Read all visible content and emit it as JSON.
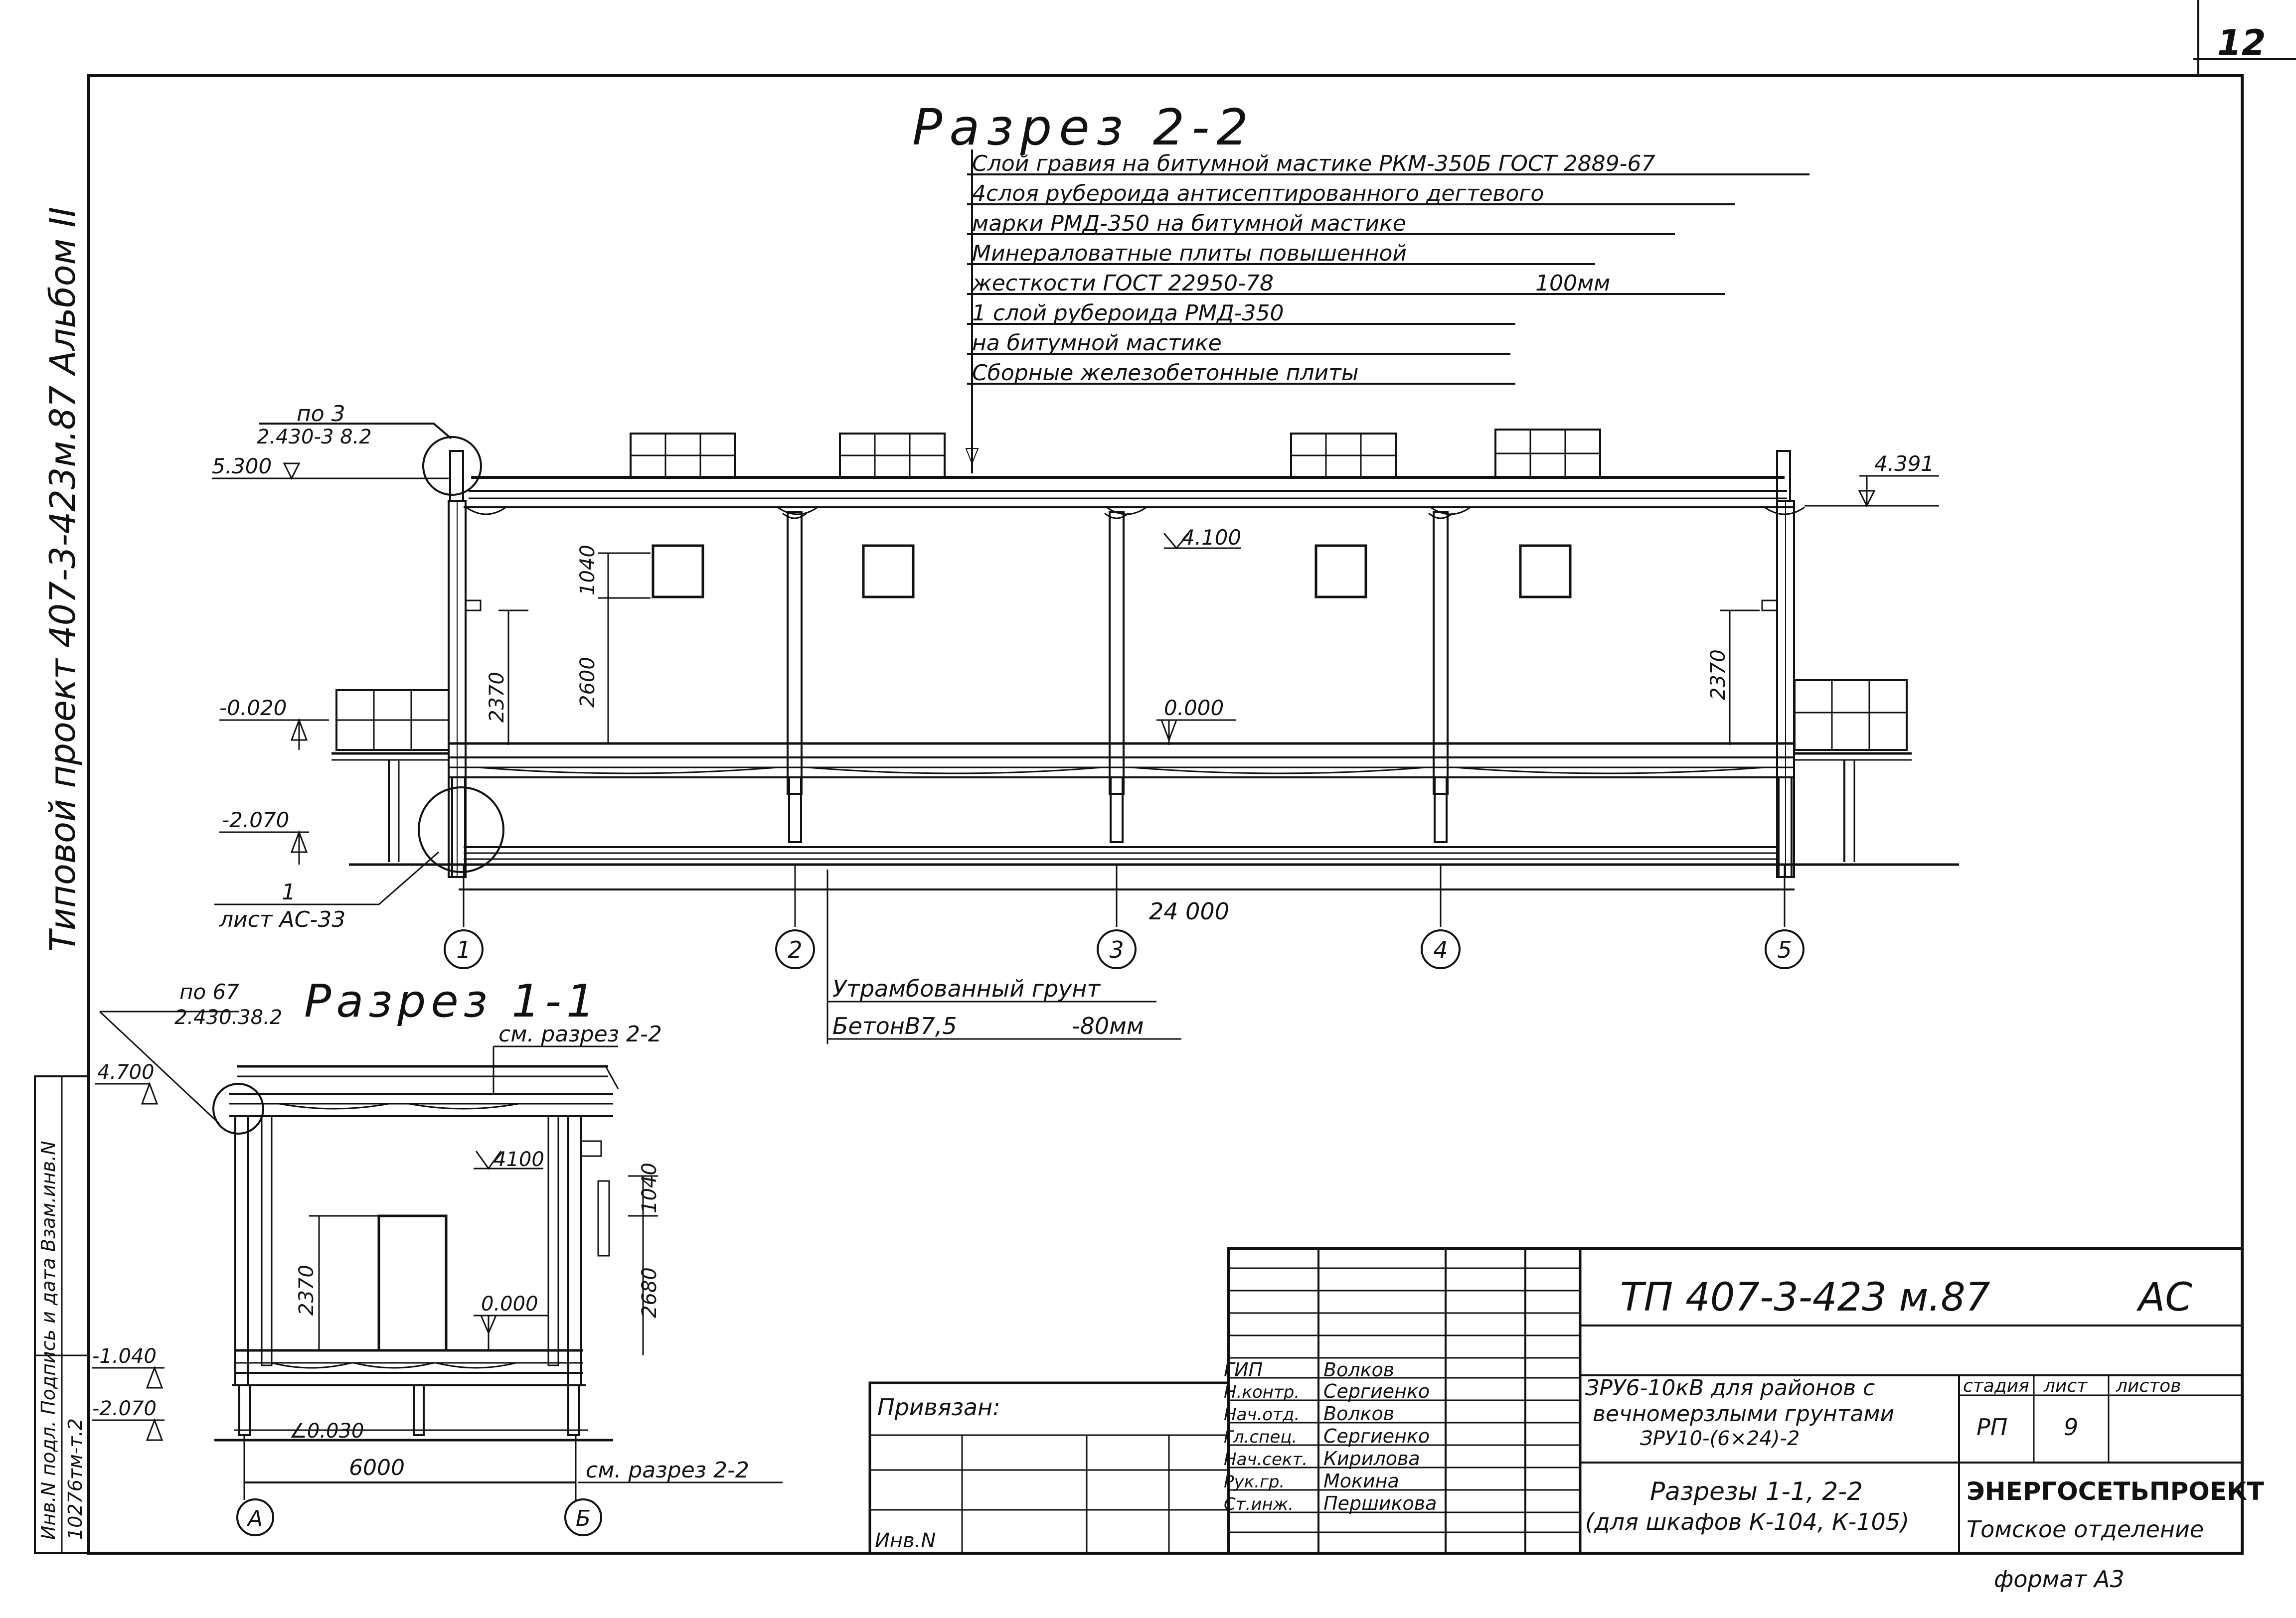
{
  "sheet_number": "12",
  "side_stamp": "Типовой проект 407-3-423м.87 Альбом II",
  "left_strip": {
    "label": "Инв.N подл. Подпись и дата Взам.инв.N",
    "number": "10276тм-т.2"
  },
  "section22": {
    "title": "Разрез 2-2",
    "layers": [
      "Слой гравия на битумной мастике РКМ-350Б ГОСТ 2889-67",
      "4слоя рубероида антисептированного дегтевого",
      "марки РМД-350 на битумной мастике",
      "Минераловатные плиты повышенной",
      "жесткости ГОСТ 22950-78",
      "1 слой рубероида РМД-350",
      "на битумной мастике",
      "Сборные железобетонные плиты"
    ],
    "layer_thickness": "100мм",
    "callout_top": {
      "line1": "по 3",
      "line2": "2.430-3 8.2"
    },
    "elevations": {
      "e5300": "5.300",
      "e4391": "4.391",
      "e4100": "4.100",
      "e_0020": "-0.020",
      "e_2070": "-2.070",
      "e0000": "0.000"
    },
    "dims": {
      "d1040": "1040",
      "d2600": "2600",
      "d2370_left": "2370",
      "d2370_right": "2370",
      "span": "24 000"
    },
    "detail_ref": {
      "line1": "1",
      "line2": "лист АС-33"
    },
    "axes": [
      "1",
      "2",
      "3",
      "4",
      "5"
    ],
    "ground": {
      "line1": "Утрамбованный грунт",
      "line2": "БетонВ7,5",
      "line2_value": "-80мм"
    }
  },
  "section11": {
    "title": "Разрез 1-1",
    "callout": {
      "line1": "по 67",
      "line2": "2.430.38.2"
    },
    "see_ref_top": "см. разрез 2-2",
    "see_ref_bottom": "см. разрез 2-2",
    "elevations": {
      "e4700": "4.700",
      "e4100": "4100",
      "e0000": "0.000",
      "e_1040": "-1.040",
      "e_2070": "-2.070",
      "slope": "∠0.030"
    },
    "dims": {
      "d1040": "1040",
      "d2680": "2680",
      "d2370": "2370",
      "width": "6000"
    },
    "axes": [
      "А",
      "Б"
    ]
  },
  "title_block": {
    "doc_code": "ТП 407-3-423 м.87",
    "doc_mark": "АС",
    "tied_label": "Привязан:",
    "inv_label": "Инв.N",
    "roles": [
      "ГИП",
      "Н.контр.",
      "Нач.отд.",
      "Гл.спец.",
      "Нач.сект.",
      "Рук.гр.",
      "Ст.инж."
    ],
    "names": [
      "Волков",
      "Сергиенко",
      "Волков",
      "Сергиенко",
      "Кирилова",
      "Мокина",
      "Першикова"
    ],
    "project_name_lines": [
      "ЗРУ6-10кВ для районов с",
      "вечномерзлыми грунтами",
      "ЗРУ10-(6×24)-2"
    ],
    "sheet_title_lines": [
      "Разрезы 1-1, 2-2",
      "(для шкафов К-104, К-105)"
    ],
    "stage_header": "стадия",
    "sheet_header": "лист",
    "sheets_header": "листов",
    "stage": "РП",
    "sheet": "9",
    "org": "ЭНЕРГОСЕТЬПРОЕКТ",
    "org_branch": "Томское отделение"
  },
  "format_label": "формат А3"
}
